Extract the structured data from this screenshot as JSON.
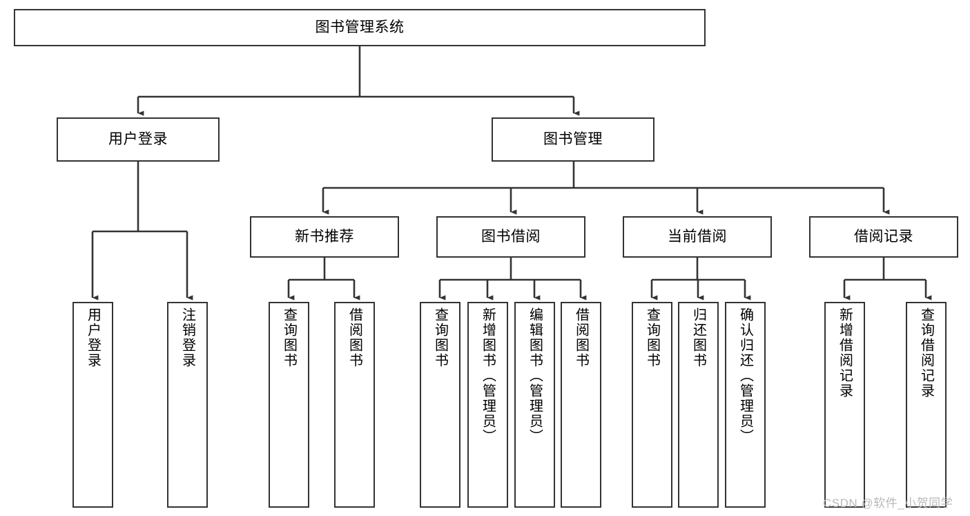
{
  "diagram": {
    "title": "图书管理系统",
    "type": "功能结构图",
    "watermark": "CSDN @软件_小贺同学",
    "colors": {
      "box_border": "#333333",
      "box_fill": "#ffffff",
      "connector": "#333333",
      "text": "#000000",
      "watermark": "#b9b9b9",
      "background": "#ffffff"
    },
    "nodes": {
      "root": {
        "label": "图书管理系统"
      },
      "level2": [
        {
          "label": "用户登录"
        },
        {
          "label": "图书管理"
        }
      ],
      "level3": [
        {
          "label": "新书推荐"
        },
        {
          "label": "图书借阅"
        },
        {
          "label": "当前借阅"
        },
        {
          "label": "借阅记录"
        }
      ],
      "leaves": {
        "user_login": [
          {
            "label": "用户登录"
          },
          {
            "label": "注销登录"
          }
        ],
        "new_book_recommend": [
          {
            "label": "查询图书"
          },
          {
            "label": "借阅图书"
          }
        ],
        "book_borrow": [
          {
            "label": "查询图书"
          },
          {
            "label": "新增图书（管理员）"
          },
          {
            "label": "编辑图书（管理员）"
          },
          {
            "label": "借阅图书"
          }
        ],
        "current_borrow": [
          {
            "label": "查询图书"
          },
          {
            "label": "归还图书"
          },
          {
            "label": "确认归还（管理员）"
          }
        ],
        "borrow_record": [
          {
            "label": "新增借阅记录"
          },
          {
            "label": "查询借阅记录"
          }
        ]
      }
    }
  }
}
